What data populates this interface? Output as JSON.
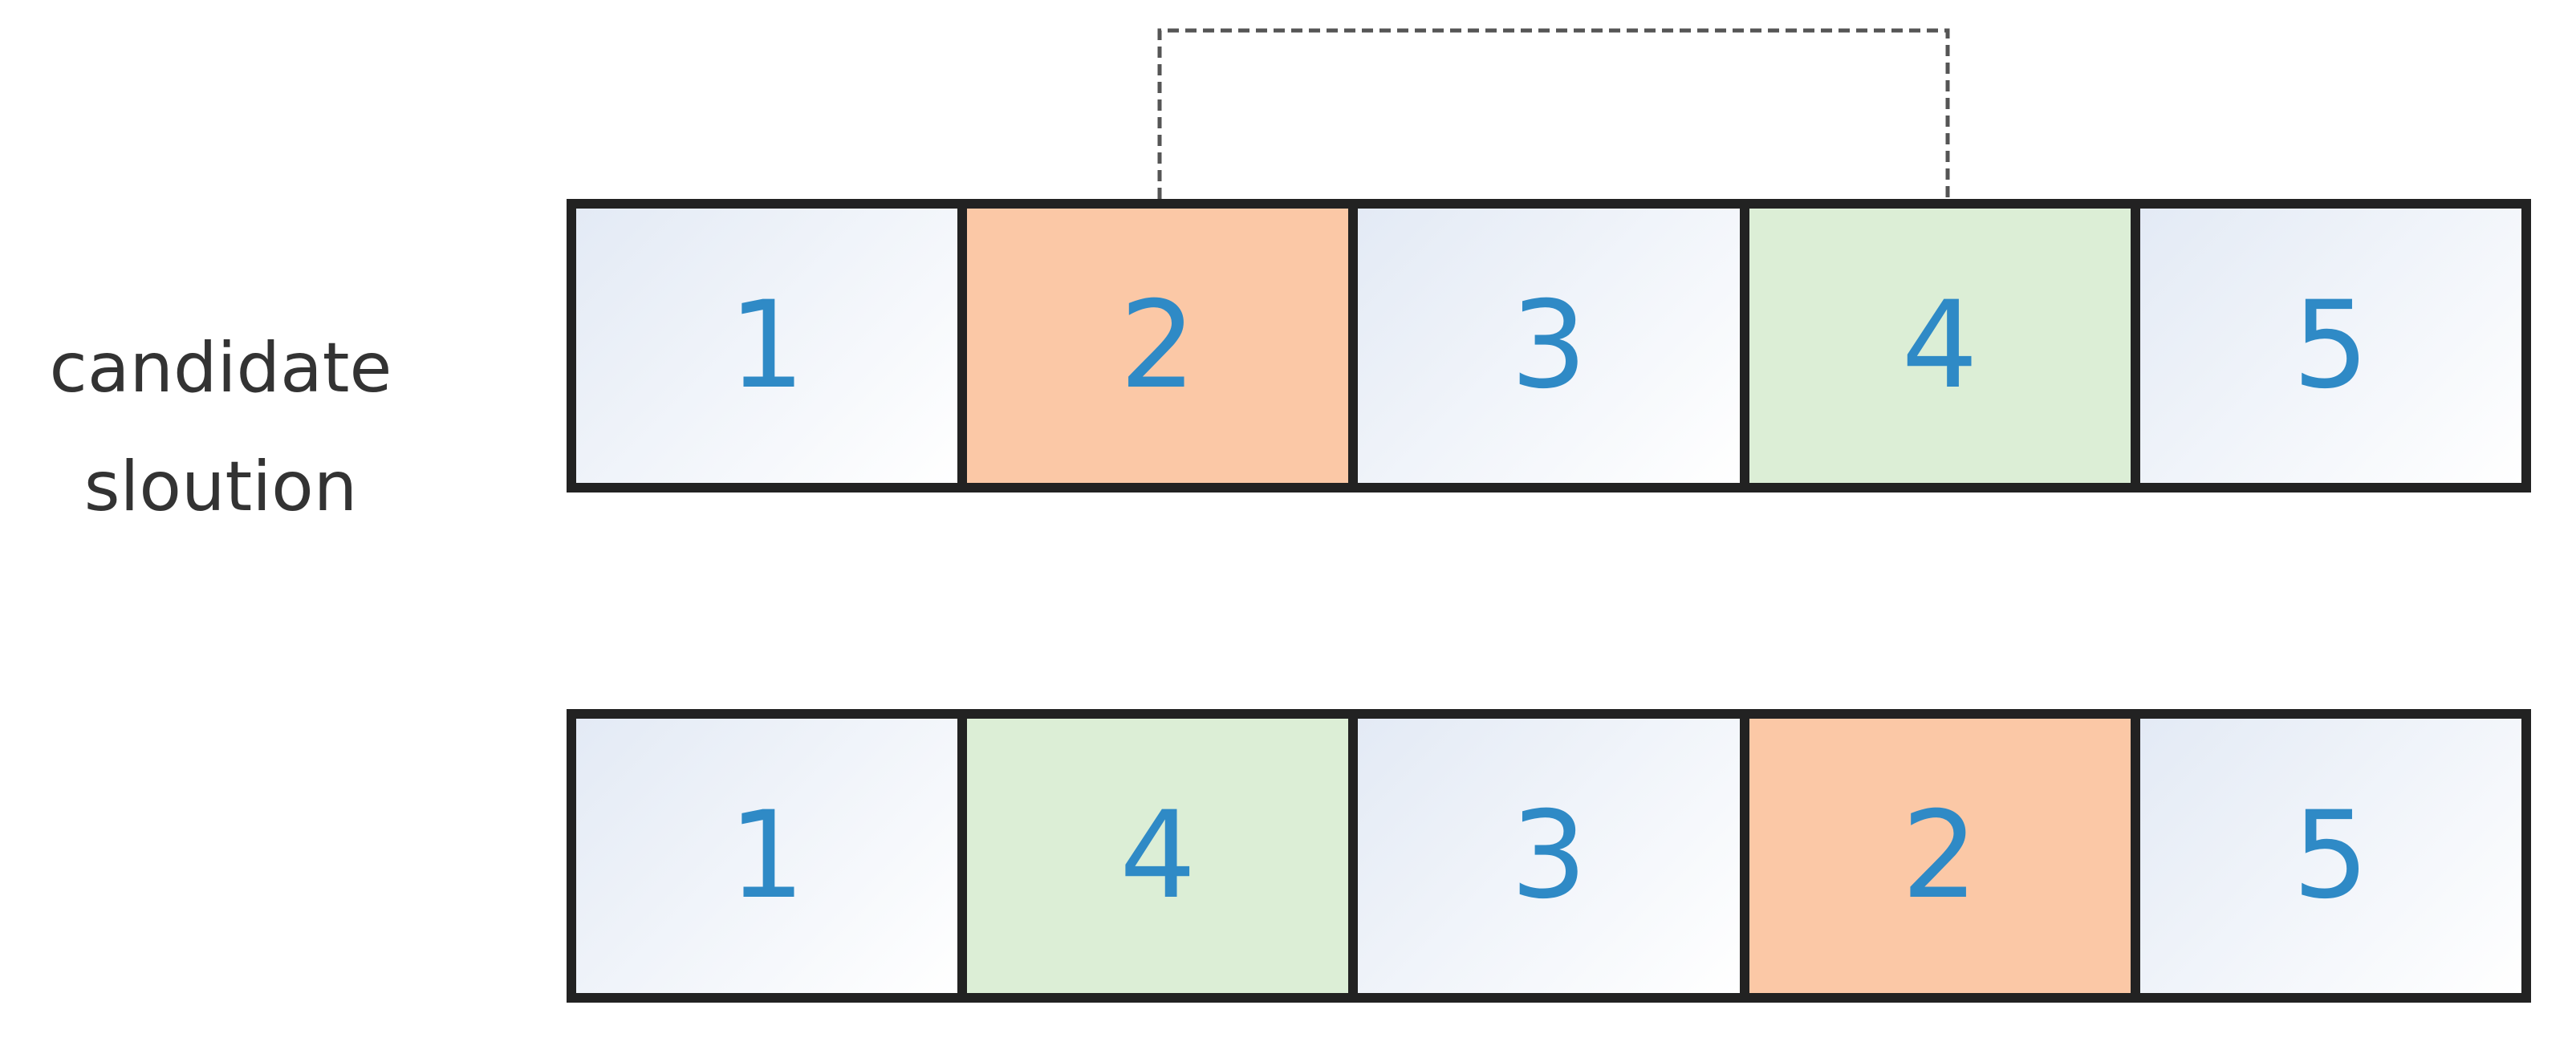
{
  "label": {
    "line1": "candidate",
    "line2": "sloution"
  },
  "colors": {
    "digit": "#2f8ac6",
    "highlight_a": "#fbc8a6",
    "highlight_b": "#dceed6",
    "border": "#222222",
    "connector": "#555555"
  },
  "top_row": [
    {
      "value": "1",
      "highlight": "none"
    },
    {
      "value": "2",
      "highlight": "orange"
    },
    {
      "value": "3",
      "highlight": "none"
    },
    {
      "value": "4",
      "highlight": "green"
    },
    {
      "value": "5",
      "highlight": "none"
    }
  ],
  "bottom_row": [
    {
      "value": "1",
      "highlight": "none"
    },
    {
      "value": "4",
      "highlight": "green"
    },
    {
      "value": "3",
      "highlight": "none"
    },
    {
      "value": "2",
      "highlight": "orange"
    },
    {
      "value": "5",
      "highlight": "none"
    }
  ],
  "connector": {
    "style": "dashed",
    "from_index": 1,
    "to_index": 3
  }
}
